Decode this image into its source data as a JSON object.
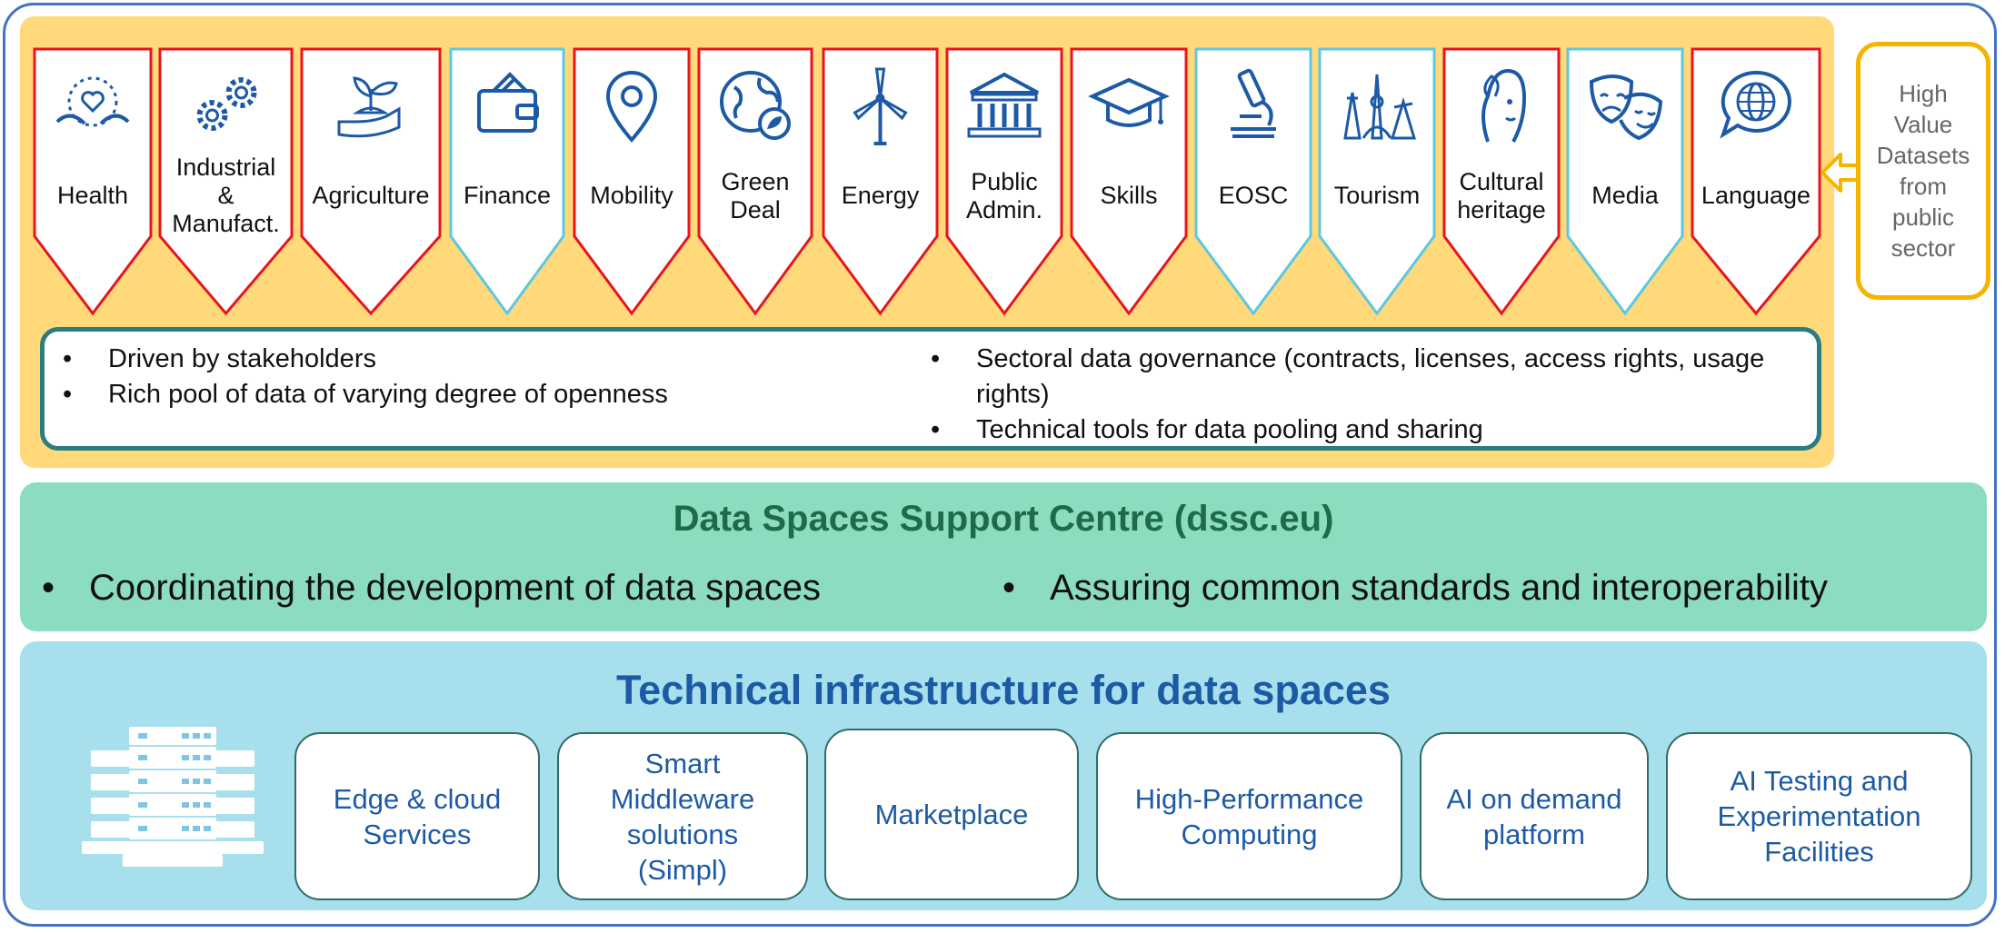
{
  "colors": {
    "frame": "#4472c4",
    "sector_band": "#ffd97a",
    "red_pennant": "#e8141e",
    "cyan_pennant": "#5cc8e0",
    "icon_blue": "#1d5aa6",
    "hvd_border": "#f5b400",
    "governance_border": "#2a7d80",
    "dssc_band": "#8cdcc0",
    "dssc_title": "#1d6b4a",
    "tech_band": "#a7e0ec",
    "tech_text": "#1d5aa6"
  },
  "sectors": [
    {
      "label": "Health",
      "icon": "hands-heart-icon",
      "border": "red"
    },
    {
      "label": "Industrial\n&\nManufact.",
      "icon": "gears-icon",
      "border": "red"
    },
    {
      "label": "Agriculture",
      "icon": "hand-seedling-icon",
      "border": "red"
    },
    {
      "label": "Finance",
      "icon": "wallet-icon",
      "border": "cyan"
    },
    {
      "label": "Mobility",
      "icon": "location-pin-icon",
      "border": "red"
    },
    {
      "label": "Green\nDeal",
      "icon": "globe-leaf-icon",
      "border": "red"
    },
    {
      "label": "Energy",
      "icon": "wind-turbine-icon",
      "border": "red"
    },
    {
      "label": "Public\nAdmin.",
      "icon": "government-building-icon",
      "border": "red"
    },
    {
      "label": "Skills",
      "icon": "graduation-cap-icon",
      "border": "red"
    },
    {
      "label": "EOSC",
      "icon": "microscope-icon",
      "border": "cyan"
    },
    {
      "label": "Tourism",
      "icon": "landmarks-icon",
      "border": "cyan"
    },
    {
      "label": "Cultural\nheritage",
      "icon": "portrait-icon",
      "border": "red"
    },
    {
      "label": "Media",
      "icon": "theater-masks-icon",
      "border": "cyan"
    },
    {
      "label": "Language",
      "icon": "speech-globe-icon",
      "border": "red"
    }
  ],
  "hvd_label": "High\nValue\nDatasets\nfrom\npublic\nsector",
  "governance": {
    "left": [
      "Driven by stakeholders",
      "Rich pool of data of varying degree of openness"
    ],
    "right": [
      "Sectoral data governance (contracts, licenses, access rights, usage rights)",
      "Technical tools for data pooling and sharing"
    ]
  },
  "dssc": {
    "title": "Data Spaces Support Centre (dssc.eu)",
    "bullet_left": "Coordinating the development of data spaces",
    "bullet_right": "Assuring common standards and interoperability"
  },
  "tech": {
    "title": "Technical infrastructure for data spaces",
    "server_icon": "server-rack-icon",
    "boxes": [
      "Edge & cloud\nServices",
      "Smart\nMiddleware\nsolutions\n(Simpl)",
      "Marketplace",
      "High-Performance\nComputing",
      "AI on demand\nplatform",
      "AI Testing and\nExperimentation\nFacilities"
    ]
  }
}
